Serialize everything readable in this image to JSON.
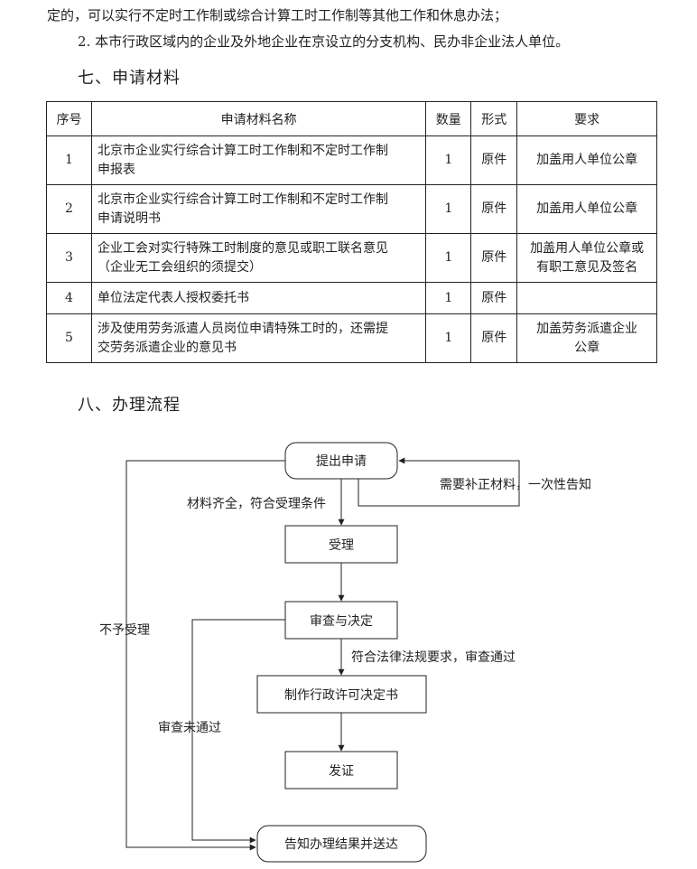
{
  "intro": {
    "line1": "定的，可以实行不定时工作制或综合计算工时工作制等其他工作和休息办法；",
    "line2": "2. 本市行政区域内的企业及外地企业在京设立的分支机构、民办非企业法人单位。"
  },
  "section7": {
    "title": "七、申请材料",
    "headers": [
      "序号",
      "申请材料名称",
      "数量",
      "形式",
      "要求"
    ],
    "rows": [
      {
        "no": "1",
        "name_l1": "北京市企业实行综合计算工时工作制和不定时工作制",
        "name_l2": "申报表",
        "qty": "1",
        "form": "原件",
        "req_l1": "加盖用人单位公章",
        "req_l2": ""
      },
      {
        "no": "2",
        "name_l1": "北京市企业实行综合计算工时工作制和不定时工作制",
        "name_l2": "申请说明书",
        "qty": "1",
        "form": "原件",
        "req_l1": "加盖用人单位公章",
        "req_l2": ""
      },
      {
        "no": "3",
        "name_l1": "企业工会对实行特殊工时制度的意见或职工联名意见",
        "name_l2": "（企业无工会组织的须提交）",
        "qty": "1",
        "form": "原件",
        "req_l1": "加盖用人单位公章或",
        "req_l2": "有职工意见及签名"
      },
      {
        "no": "4",
        "name_l1": "单位法定代表人授权委托书",
        "name_l2": "",
        "qty": "1",
        "form": "原件",
        "req_l1": "",
        "req_l2": ""
      },
      {
        "no": "5",
        "name_l1": "涉及使用劳务派遣人员岗位申请特殊工时的，还需提",
        "name_l2": "交劳务派遣企业的意见书",
        "qty": "1",
        "form": "原件",
        "req_l1": "加盖劳务派遣企业",
        "req_l2": "公章"
      }
    ]
  },
  "section8": {
    "title": "八、办理流程",
    "flow": {
      "apply": "提出申请",
      "accept": "受理",
      "review": "审查与决定",
      "make_doc": "制作行政许可决定书",
      "issue": "发证",
      "notify": "告知办理结果并送达",
      "label_complete": "材料齐全，符合受理条件",
      "label_supplement": "需要补正材料，一次性告知",
      "label_reject": "不予受理",
      "label_pass": "符合法律法规要求，审查通过",
      "label_fail": "审查未通过"
    }
  }
}
